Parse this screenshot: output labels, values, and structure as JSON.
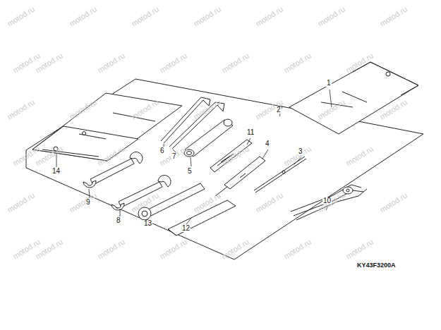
{
  "diagram": {
    "labels": [
      "1",
      "2",
      "3",
      "4",
      "5",
      "6",
      "7",
      "8",
      "9",
      "10",
      "11",
      "12",
      "13",
      "14",
      "KY43F3200A",
      "motod.ru",
      "motod.ru",
      "motod.ru",
      "motod.ru",
      "motod.ru",
      "motod.ru",
      "motod.ru",
      "motod.ru",
      "motod.ru",
      "motod.ru",
      "motod.ru",
      "motod.ru",
      "motod.ru",
      "motod.ru",
      "motod.ru",
      "motod.ru",
      "motod.ru",
      "motod.ru",
      "motod.ru",
      "motod.ru",
      "motod.ru",
      "motod.ru",
      "motod.ru",
      "motod.ru",
      "motod.ru",
      "motod.ru",
      "motod.ru",
      "motod.ru",
      "motod.ru",
      "motod.ru",
      "motod.ru",
      "motod.ru",
      "motod.ru",
      "motod.ru",
      "motod.ru",
      "motod.ru",
      "motod.ru",
      "motod.ru",
      "motod.ru",
      "motod.ru",
      "motod.ru",
      "motod.ru"
    ]
  }
}
